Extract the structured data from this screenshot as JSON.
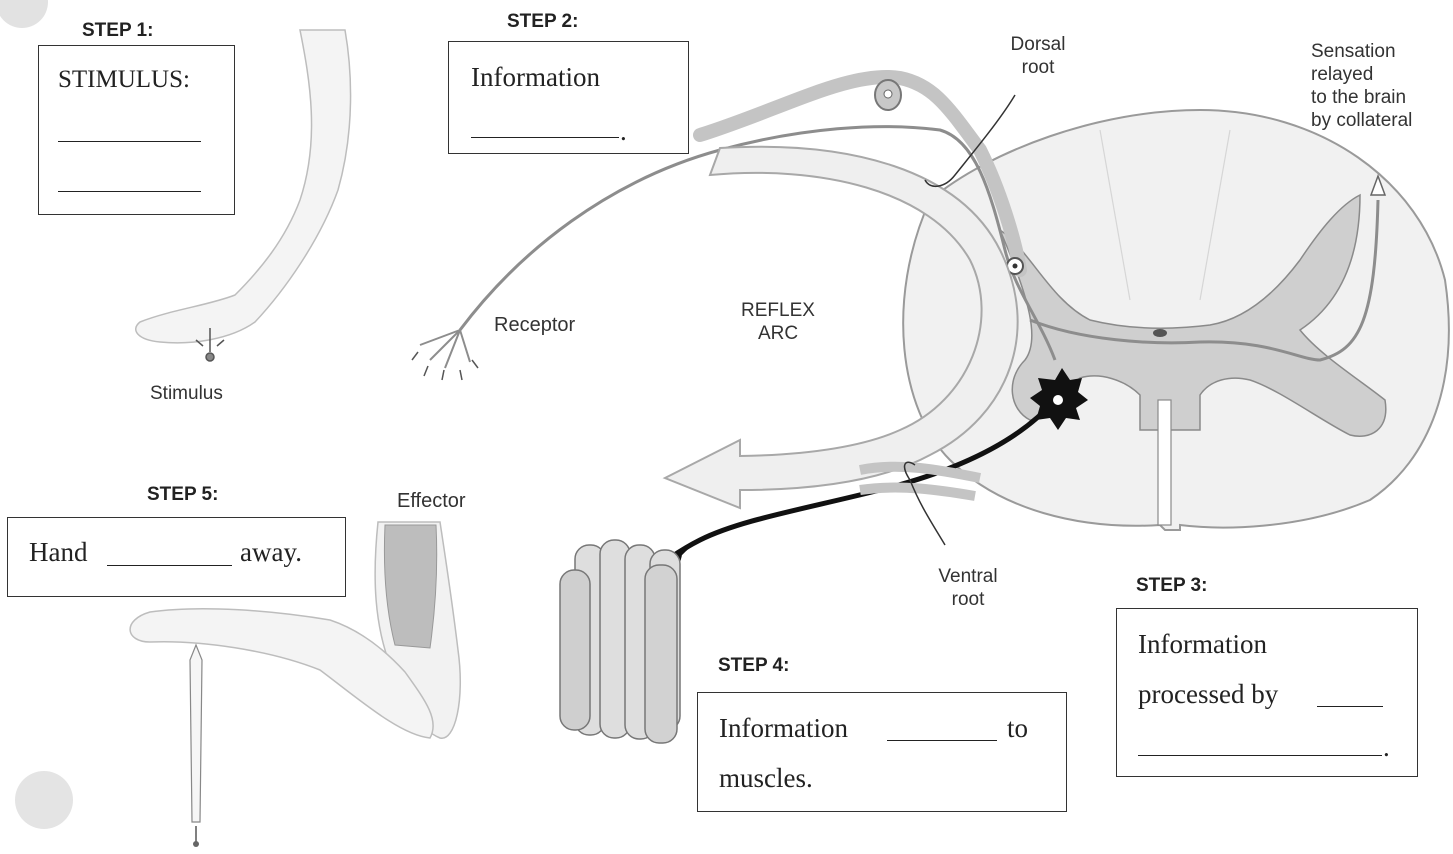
{
  "steps": {
    "s1": "STEP 1:",
    "s2": "STEP 2:",
    "s3": "STEP 3:",
    "s4": "STEP 4:",
    "s5": "STEP 5:"
  },
  "boxes": {
    "box1_line1": "STIMULUS:",
    "box2_line1": "Information",
    "box2_end": ".",
    "box3_line1": "Information",
    "box3_line2": "processed by",
    "box3_end": ".",
    "box4_start": "Information",
    "box4_mid": "to",
    "box4_line2": "muscles.",
    "box5_start": "Hand",
    "box5_end": "away."
  },
  "labels": {
    "dorsal_root_1": "Dorsal",
    "dorsal_root_2": "root",
    "sensation_1": "Sensation",
    "sensation_2": "relayed",
    "sensation_3": "to the brain",
    "sensation_4": "by collateral",
    "receptor": "Receptor",
    "reflex_arc_1": "REFLEX",
    "reflex_arc_2": "ARC",
    "stimulus": "Stimulus",
    "effector": "Effector",
    "ventral_root_1": "Ventral",
    "ventral_root_2": "root"
  }
}
